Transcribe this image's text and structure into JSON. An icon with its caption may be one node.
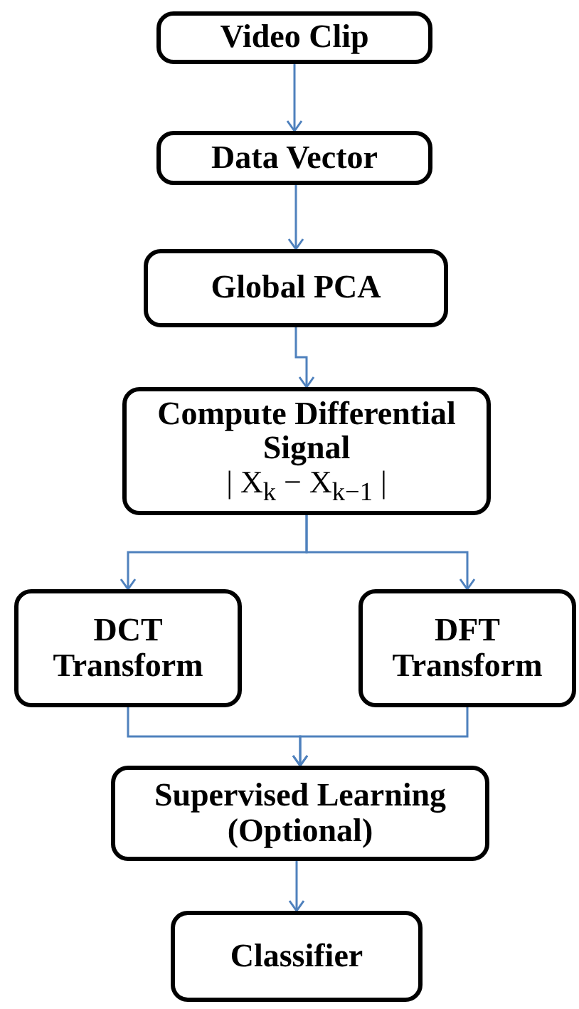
{
  "diagram": {
    "nodes": [
      {
        "text": [
          "Video Clip"
        ]
      },
      {
        "text": [
          "Data Vector"
        ]
      },
      {
        "text": [
          "Global PCA"
        ]
      },
      {
        "text": [
          "Compute Differential Signal",
          "| X$_{k}$ − X$_{k−1}$ |"
        ]
      },
      {
        "text": [
          "DCT Transform"
        ]
      },
      {
        "text": [
          "DFT Transform"
        ]
      },
      {
        "text": [
          "Supervised Learning (Optional)"
        ]
      },
      {
        "text": [
          "Classifier"
        ]
      }
    ],
    "edges": [
      {
        "from": 0,
        "to": 1,
        "arrow": "to"
      },
      {
        "from": 1,
        "to": 2,
        "arrow": "to"
      },
      {
        "from": 2,
        "to": 3,
        "arrow": "to"
      },
      {
        "from": 3,
        "to": 4,
        "arrow": "to"
      },
      {
        "from": 3,
        "to": 5,
        "arrow": "to"
      },
      {
        "from": 4,
        "to": 6,
        "arrow": "to"
      },
      {
        "from": 5,
        "to": 6,
        "arrow": "to"
      },
      {
        "from": 6,
        "to": 7,
        "arrow": "to"
      }
    ]
  }
}
